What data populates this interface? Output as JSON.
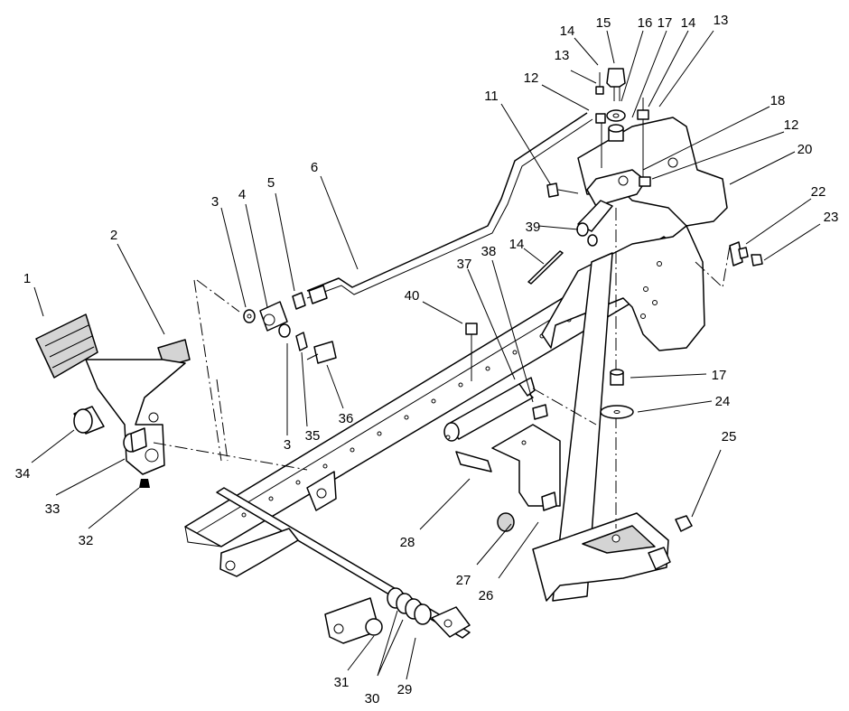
{
  "callouts": [
    {
      "id": "c1",
      "text": "1"
    },
    {
      "id": "c2",
      "text": "2"
    },
    {
      "id": "c3a",
      "text": "3"
    },
    {
      "id": "c4",
      "text": "4"
    },
    {
      "id": "c5",
      "text": "5"
    },
    {
      "id": "c6",
      "text": "6"
    },
    {
      "id": "c3b",
      "text": "3"
    },
    {
      "id": "c35",
      "text": "35"
    },
    {
      "id": "c36",
      "text": "36"
    },
    {
      "id": "c34",
      "text": "34"
    },
    {
      "id": "c33",
      "text": "33"
    },
    {
      "id": "c32",
      "text": "32"
    },
    {
      "id": "c40",
      "text": "40"
    },
    {
      "id": "c37",
      "text": "37"
    },
    {
      "id": "c38",
      "text": "38"
    },
    {
      "id": "c39",
      "text": "39"
    },
    {
      "id": "c14c",
      "text": "14"
    },
    {
      "id": "c11",
      "text": "11"
    },
    {
      "id": "c12a",
      "text": "12"
    },
    {
      "id": "c13a",
      "text": "13"
    },
    {
      "id": "c14a",
      "text": "14"
    },
    {
      "id": "c15",
      "text": "15"
    },
    {
      "id": "c16",
      "text": "16"
    },
    {
      "id": "c17a",
      "text": "17"
    },
    {
      "id": "c14b",
      "text": "14"
    },
    {
      "id": "c13b",
      "text": "13"
    },
    {
      "id": "c18",
      "text": "18"
    },
    {
      "id": "c12b",
      "text": "12"
    },
    {
      "id": "c20",
      "text": "20"
    },
    {
      "id": "c22",
      "text": "22"
    },
    {
      "id": "c23",
      "text": "23"
    },
    {
      "id": "c17b",
      "text": "17"
    },
    {
      "id": "c24",
      "text": "24"
    },
    {
      "id": "c25",
      "text": "25"
    },
    {
      "id": "c28",
      "text": "28"
    },
    {
      "id": "c27",
      "text": "27"
    },
    {
      "id": "c26",
      "text": "26"
    },
    {
      "id": "c31",
      "text": "31"
    },
    {
      "id": "c30",
      "text": "30"
    },
    {
      "id": "c29",
      "text": "29"
    }
  ]
}
